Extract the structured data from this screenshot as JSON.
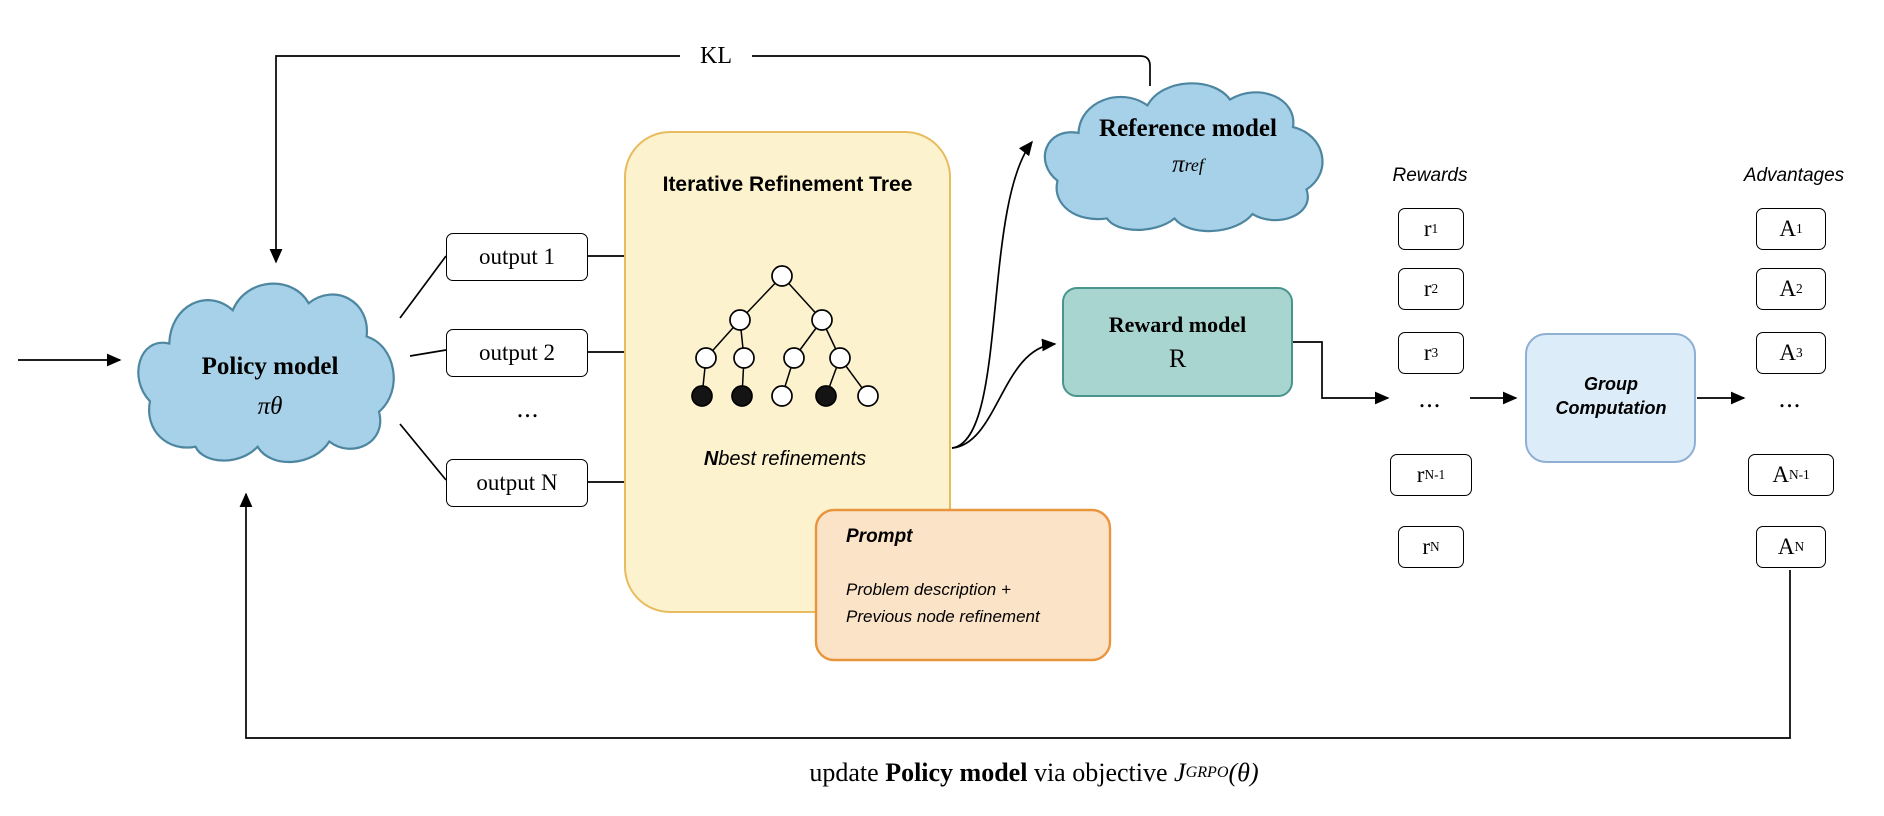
{
  "labels": {
    "kl": "KL",
    "update_prefix": "update ",
    "update_bold": "Policy model",
    "update_mid": " via objective ",
    "update_j": "J",
    "update_jsub": "GRPO",
    "update_suffix": "(θ)"
  },
  "policy": {
    "title": "Policy model",
    "symbol": "πθ"
  },
  "reference": {
    "title": "Reference model",
    "symbol_base": "π",
    "symbol_sub": "ref"
  },
  "reward_model": {
    "title": "Reward model",
    "symbol": "R"
  },
  "outputs": {
    "item1": "output 1",
    "item2": "output 2",
    "ellipsis": "...",
    "itemN": "output N"
  },
  "tree": {
    "title": "Iterative Refinement Tree",
    "caption_bold": "N",
    "caption_rest": " best refinements"
  },
  "prompt": {
    "title": "Prompt",
    "line1": "Problem description +",
    "line2": "Previous node refinement"
  },
  "rewards": {
    "label": "Rewards",
    "ellipsis": "...",
    "items": [
      {
        "base": "r",
        "sub": "1"
      },
      {
        "base": "r",
        "sub": "2"
      },
      {
        "base": "r",
        "sub": "3"
      },
      {
        "base": "r",
        "sub": "N-1"
      },
      {
        "base": "r",
        "sub": "N"
      }
    ]
  },
  "group": {
    "label": "Group Computation"
  },
  "advantages": {
    "label": "Advantages",
    "ellipsis": "...",
    "items": [
      {
        "base": "A",
        "sub": "1"
      },
      {
        "base": "A",
        "sub": "2"
      },
      {
        "base": "A",
        "sub": "3"
      },
      {
        "base": "A",
        "sub": "N-1"
      },
      {
        "base": "A",
        "sub": "N"
      }
    ]
  },
  "colors": {
    "cloud-fill": "#a7d1e8",
    "cloud-stroke": "#4d86a0",
    "tree-fill": "#fdf2ce",
    "tree-stroke": "#e8bb5e",
    "prompt-fill": "#fbe3c8",
    "prompt-stroke": "#e8953d",
    "reward-fill": "#a9d5d0",
    "reward-stroke": "#49948c",
    "group-fill": "#dcecf9",
    "group-stroke": "#8fb0d4"
  }
}
